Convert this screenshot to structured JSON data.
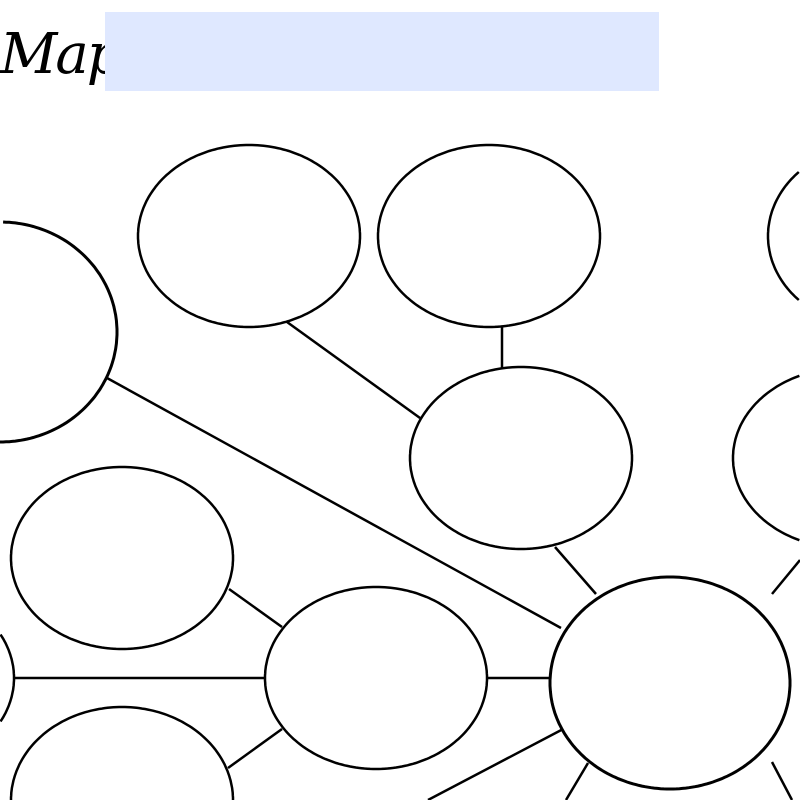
{
  "header": {
    "title": "Map",
    "banner_color": "#dfe8ff"
  },
  "colors": {
    "stroke": "#000000",
    "fill": "#ffffff"
  },
  "diagram": {
    "type": "mind-map",
    "nodes": [
      {
        "id": "n1",
        "label": ""
      },
      {
        "id": "n2",
        "label": ""
      },
      {
        "id": "n3",
        "label": ""
      },
      {
        "id": "n4",
        "label": ""
      },
      {
        "id": "n5",
        "label": ""
      },
      {
        "id": "n6",
        "label": ""
      },
      {
        "id": "n7",
        "label": ""
      },
      {
        "id": "n8",
        "label": ""
      },
      {
        "id": "n9",
        "label": ""
      },
      {
        "id": "n10",
        "label": ""
      },
      {
        "id": "n11",
        "label": ""
      }
    ],
    "edges": [
      [
        "n1",
        "n5"
      ],
      [
        "n2",
        "n5"
      ],
      [
        "n4",
        "n9"
      ],
      [
        "n5",
        "n9"
      ],
      [
        "n6",
        "n9"
      ],
      [
        "n7",
        "n8"
      ],
      [
        "n10",
        "n8"
      ],
      [
        "n8",
        "n9"
      ],
      [
        "n8",
        "n11"
      ]
    ]
  }
}
